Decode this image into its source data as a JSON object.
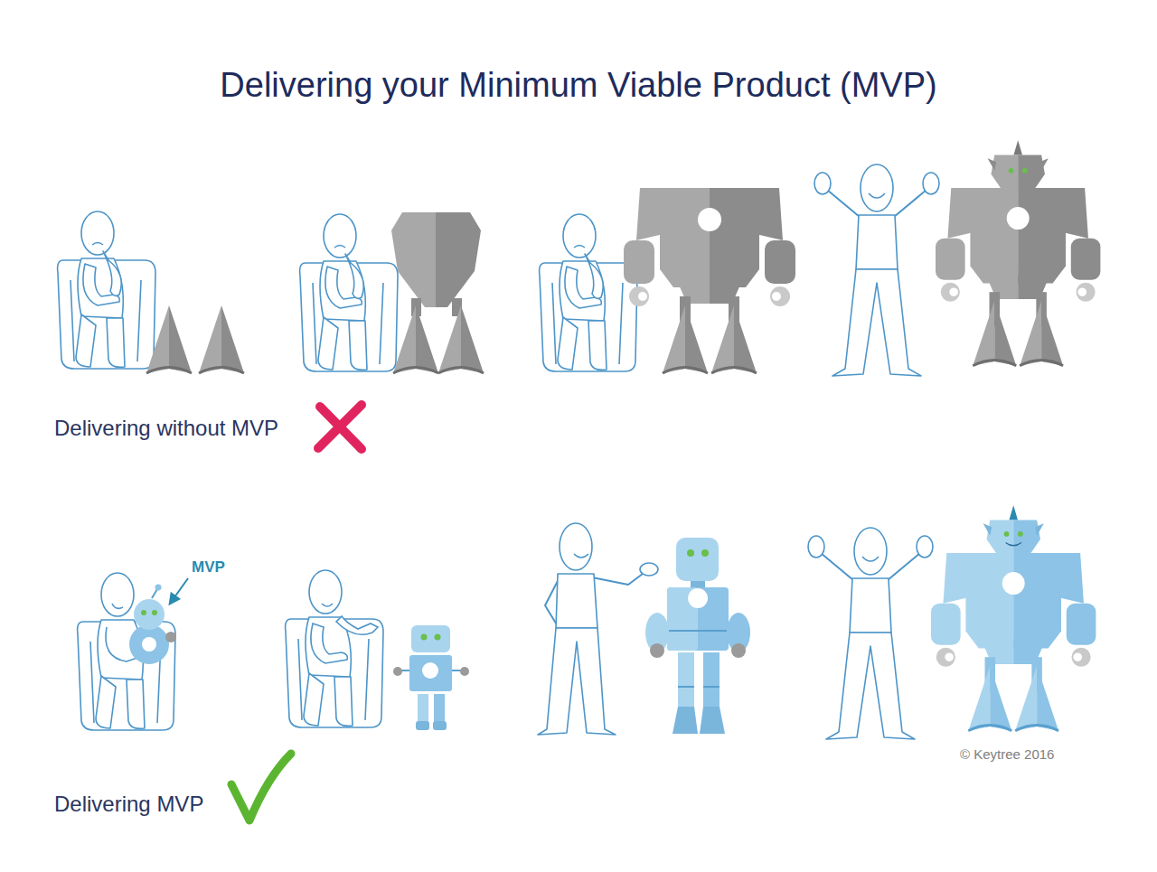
{
  "diagram": {
    "title": "Delivering your Minimum Viable Product (MVP)",
    "labels": [
      "Delivering without MVP",
      "MVP",
      "Delivering MVP",
      "© Keytree 2016"
    ]
  }
}
